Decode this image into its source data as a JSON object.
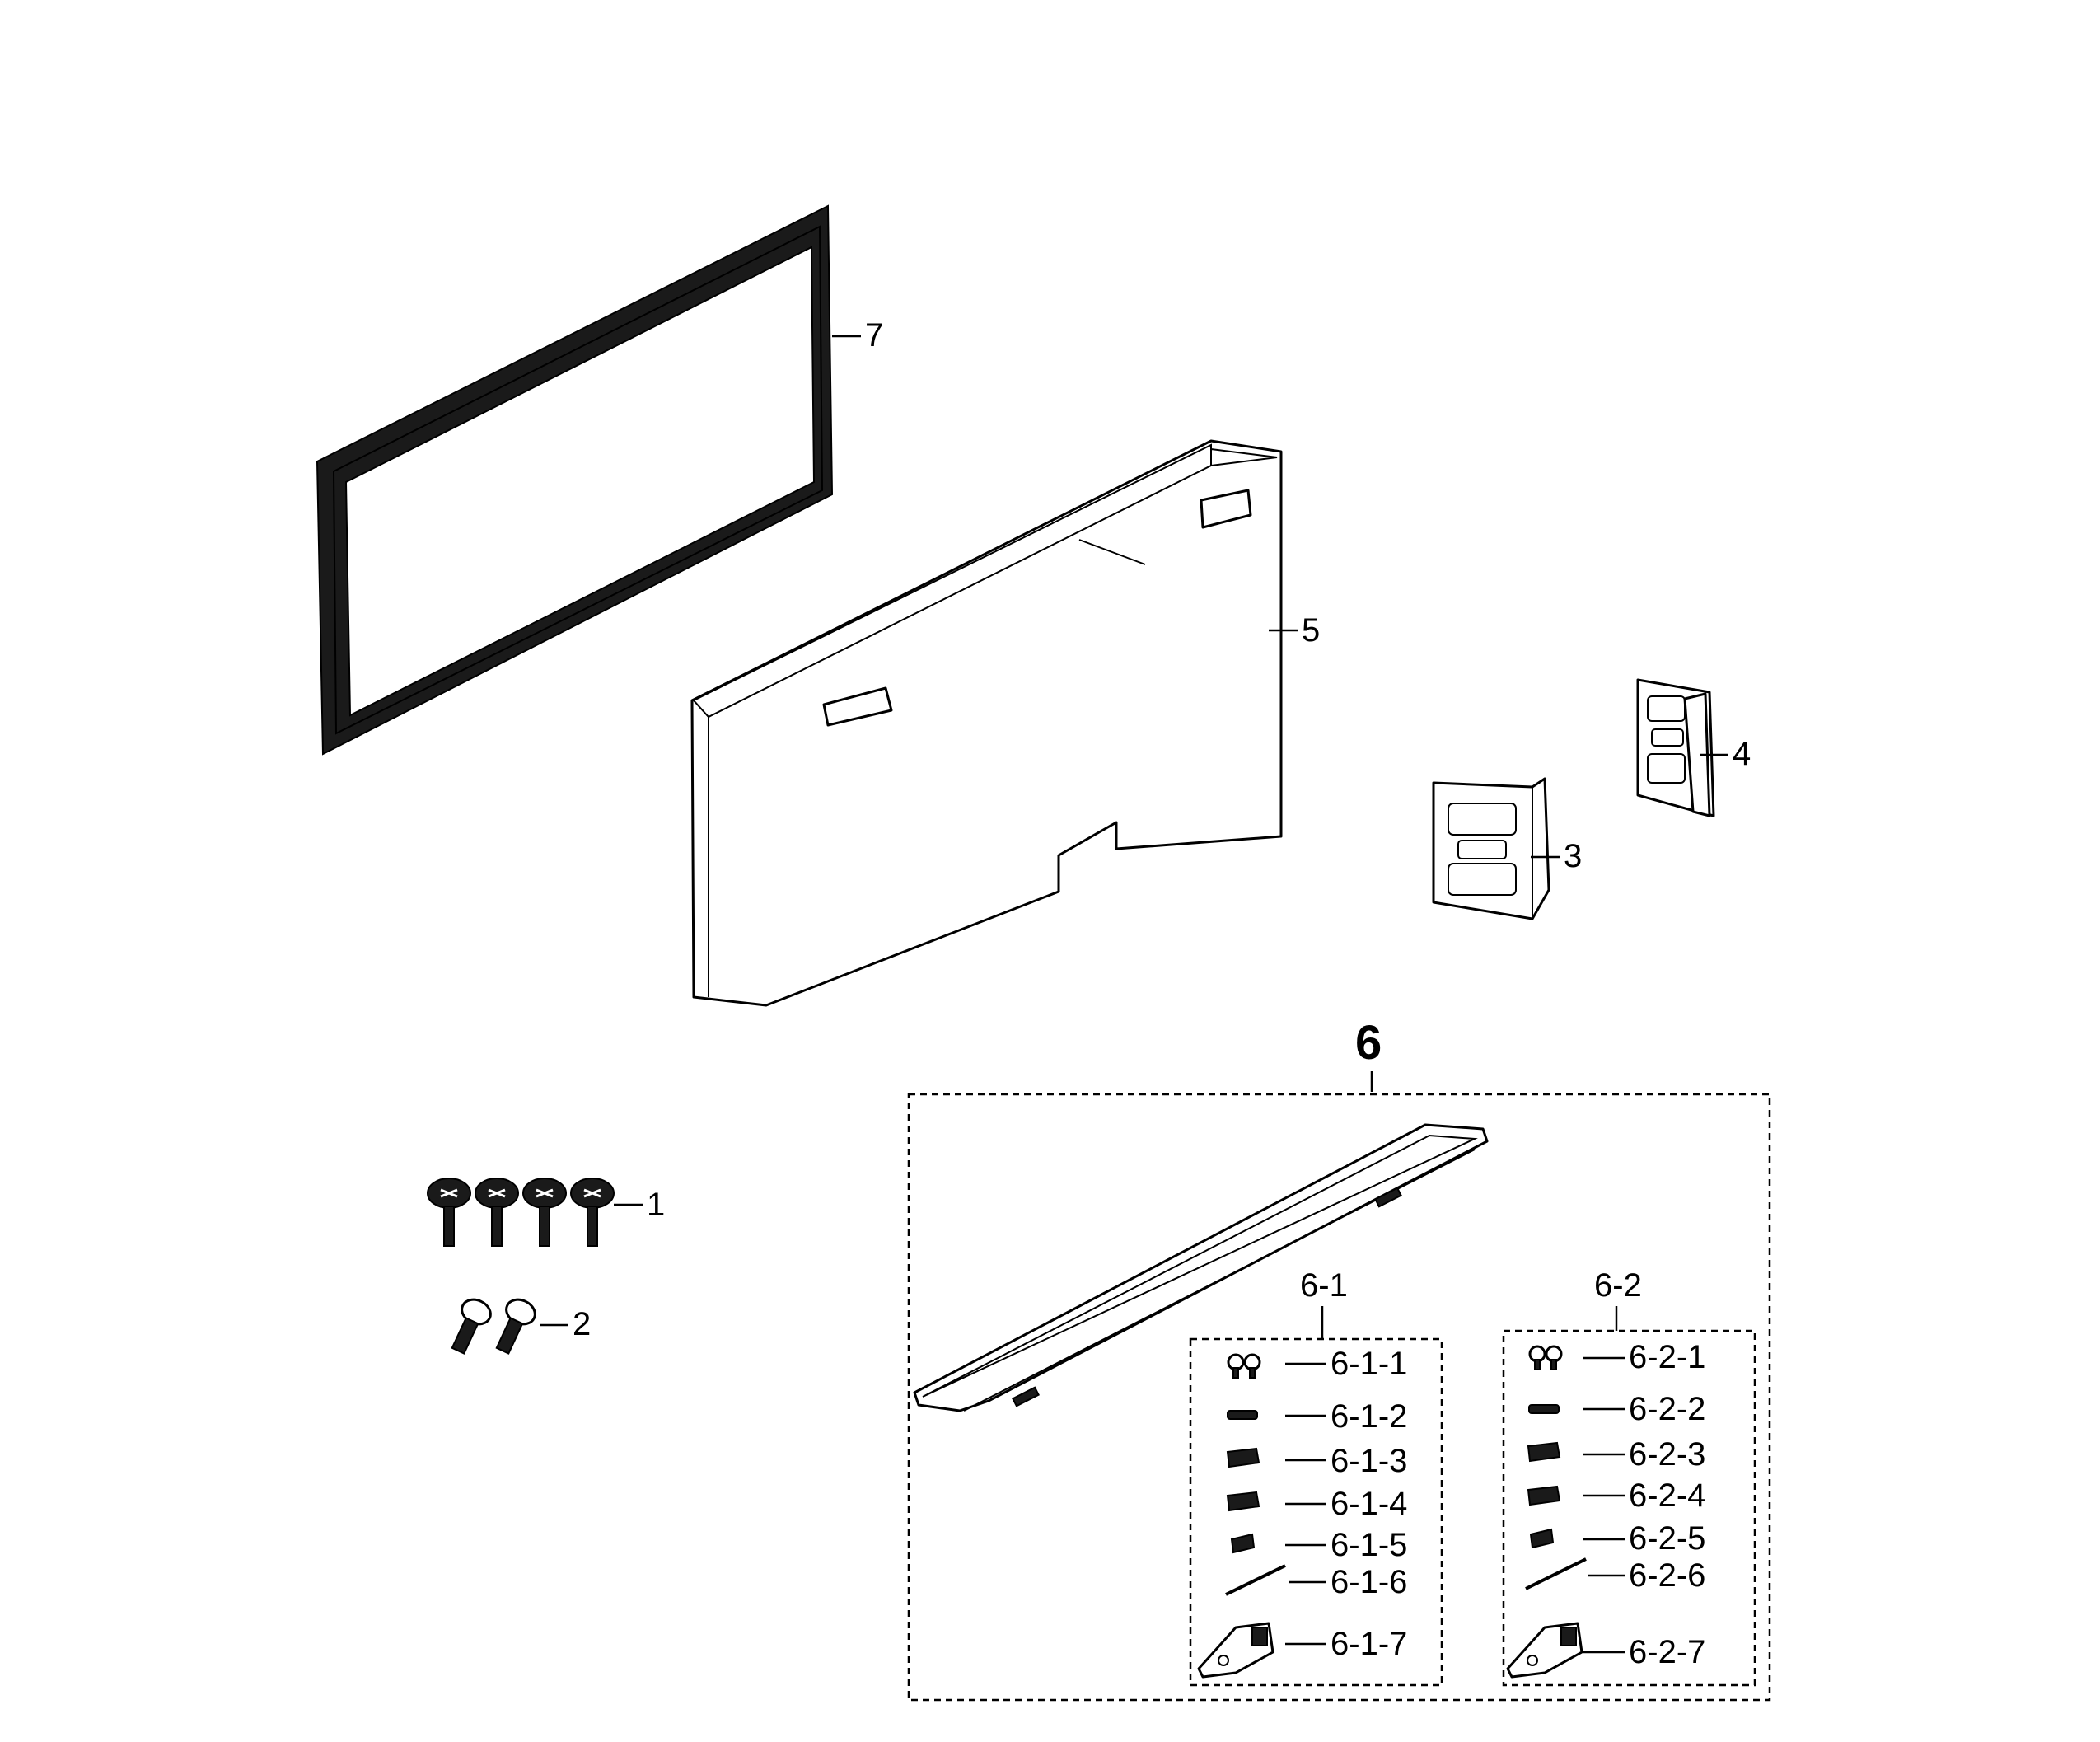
{
  "diagram": {
    "callouts": {
      "p1": "1",
      "p2": "2",
      "p3": "3",
      "p4": "4",
      "p5": "5",
      "p6": "6",
      "p7": "7",
      "p6_1": "6-1",
      "p6_2": "6-2",
      "p6_1_1": "6-1-1",
      "p6_1_2": "6-1-2",
      "p6_1_3": "6-1-3",
      "p6_1_4": "6-1-4",
      "p6_1_5": "6-1-5",
      "p6_1_6": "6-1-6",
      "p6_1_7": "6-1-7",
      "p6_2_1": "6-2-1",
      "p6_2_2": "6-2-2",
      "p6_2_3": "6-2-3",
      "p6_2_4": "6-2-4",
      "p6_2_5": "6-2-5",
      "p6_2_6": "6-2-6",
      "p6_2_7": "6-2-7"
    }
  }
}
